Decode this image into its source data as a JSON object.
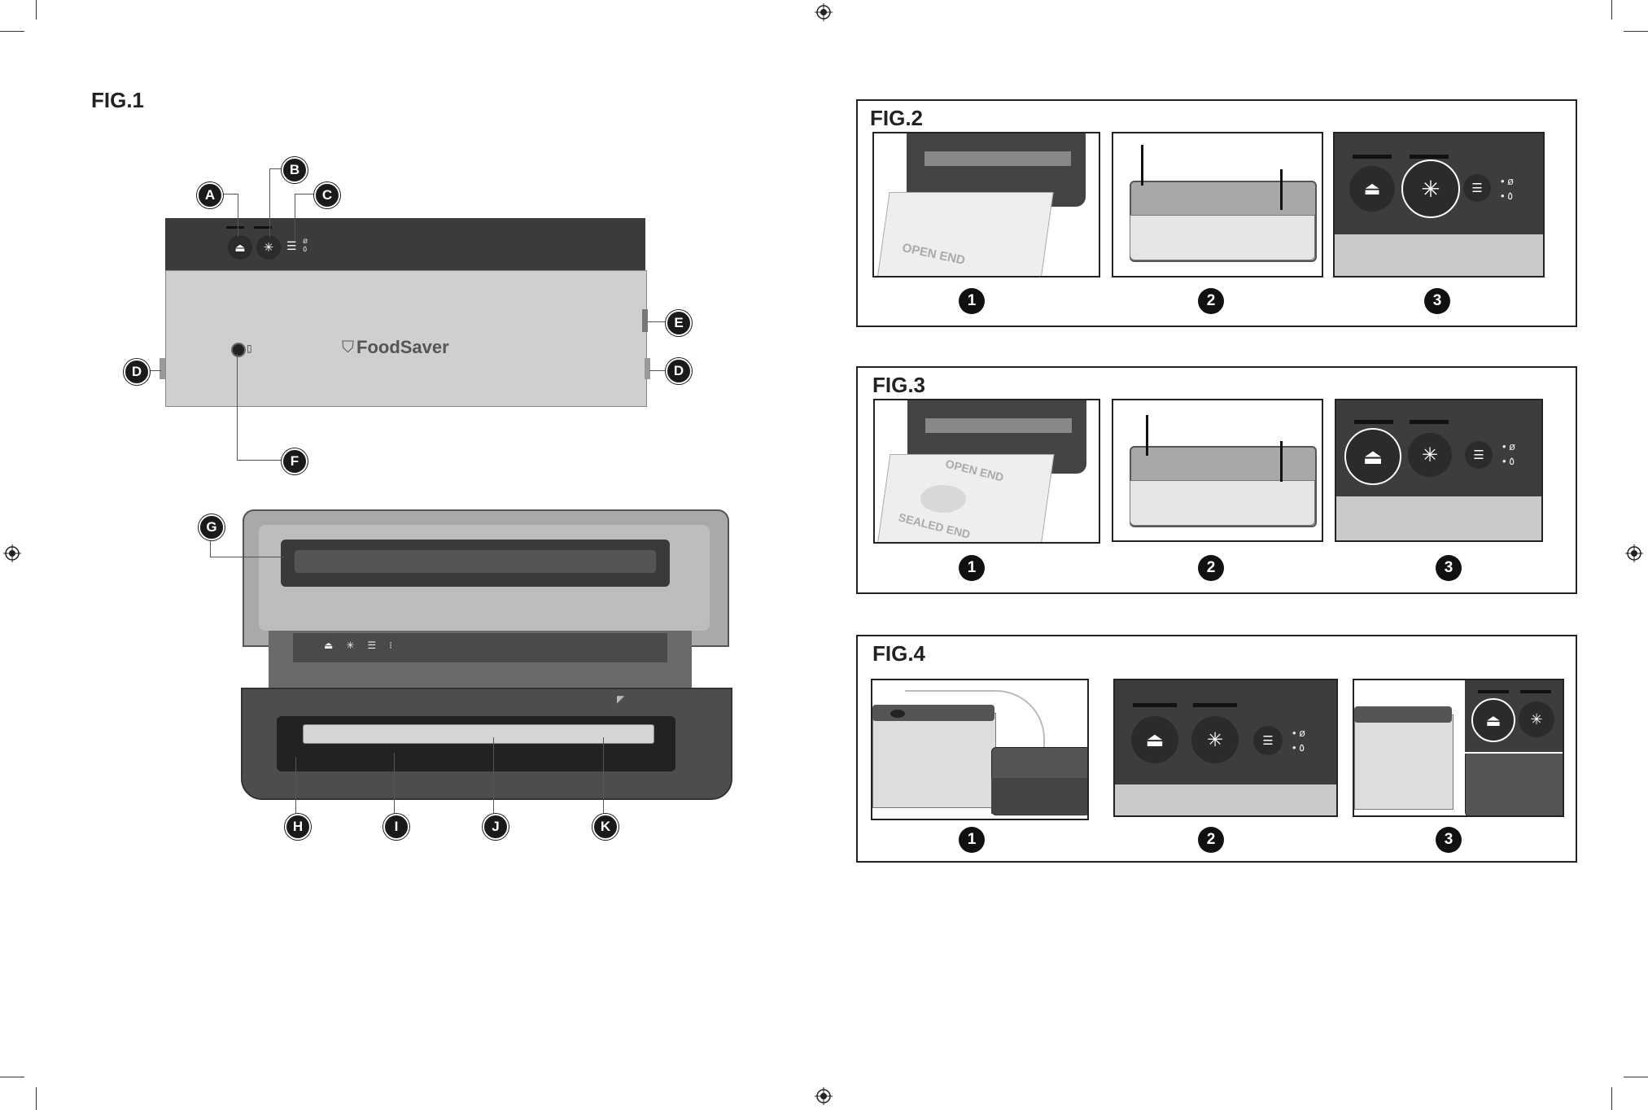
{
  "figures": {
    "fig1": {
      "label": "FIG.1",
      "brand": "FoodSaver",
      "callouts": [
        "A",
        "B",
        "C",
        "D",
        "E",
        "D",
        "F",
        "G",
        "H",
        "I",
        "J",
        "K"
      ]
    },
    "fig2": {
      "label": "FIG.2",
      "bag_text": "OPEN END",
      "steps": [
        "1",
        "2",
        "3"
      ]
    },
    "fig3": {
      "label": "FIG.3",
      "bag_text_top": "OPEN END",
      "bag_text_bottom": "SEALED END",
      "steps": [
        "1",
        "2",
        "3"
      ]
    },
    "fig4": {
      "label": "FIG.4",
      "steps": [
        "1",
        "2",
        "3"
      ]
    }
  },
  "colors": {
    "appliance_body": "#cfcfcf",
    "control_panel": "#3b3b3b",
    "callout": "#1a1a1a"
  },
  "icons": [
    "vacuum-seal-icon",
    "seal-icon",
    "menu-icon",
    "dry-icon",
    "moist-icon",
    "registration-mark-icon",
    "foodsaver-logo-icon"
  ]
}
